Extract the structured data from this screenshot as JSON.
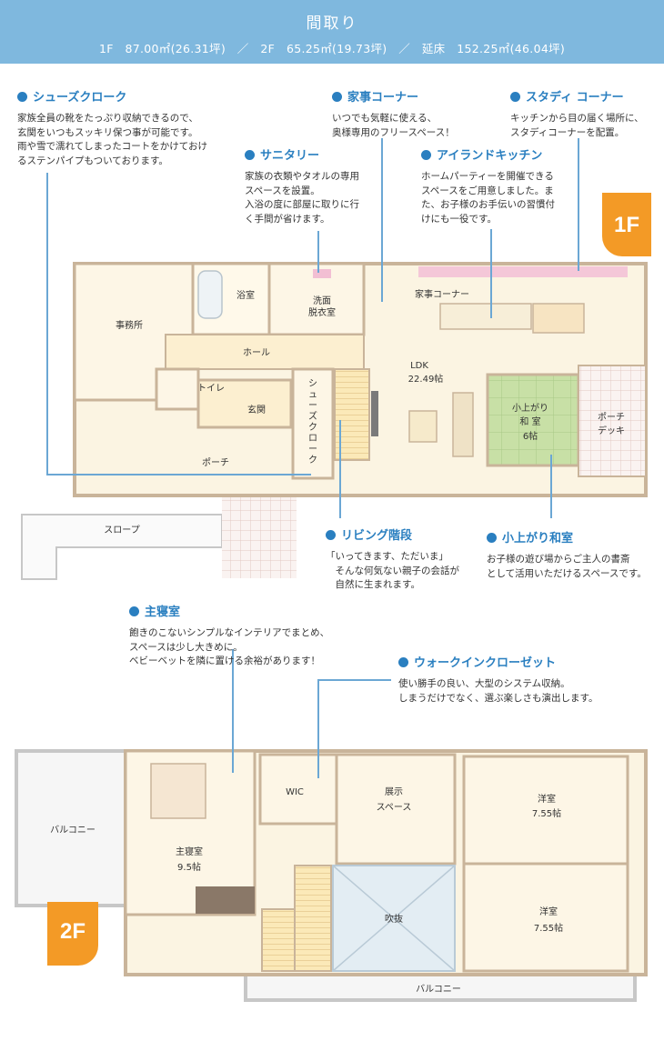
{
  "header": {
    "title": "間取り",
    "areas": "1F　87.00㎡(26.31坪)　／　2F　65.25㎡(19.73坪)　／　延床　152.25㎡(46.04坪)"
  },
  "annotations": [
    {
      "title": "シューズクローク",
      "text": "家族全員の靴をたっぷり収納できるので、\n玄関をいつもスッキリ保つ事が可能です。\n雨や雪で濡れてしまったコートをかけておけ\nるステンパイプもついております。"
    },
    {
      "title": "家事コーナー",
      "text": "いつでも気軽に使える、\n奥様専用のフリースペース！"
    },
    {
      "title": "スタディ コーナー",
      "text": "キッチンから目の届く場所に、\nスタディコーナーを配置。"
    },
    {
      "title": "サニタリー",
      "text": "家族の衣類やタオルの専用\nスペースを設置。\n入浴の度に部屋に取りに行\nく手間が省けます。"
    },
    {
      "title": "アイランドキッチン",
      "text": "ホームパーティーを開催できる\nスペースをご用意しました。ま\nた、お子様のお手伝いの習慣付\nけにも一役です。"
    },
    {
      "title": "リビング階段",
      "text": "「いってきます、ただいま」\n　そんな何気ない親子の会話が\n　自然に生まれます。"
    },
    {
      "title": "小上がり和室",
      "text": "お子様の遊び場からご主人の書斎\nとして活用いただけるスペースです。"
    },
    {
      "title": "主寝室",
      "text": "飽きのこないシンプルなインテリアでまとめ、\nスペースは少し大きめに。\nベビーベットを隣に置ける余裕があります！"
    },
    {
      "title": "ウォークインクローゼット",
      "text": "使い勝手の良い、大型のシステム収納。\nしまうだけでなく、選ぶ楽しさも演出します。"
    }
  ],
  "floor1": {
    "badge": "1F",
    "rooms": {
      "office": "事務所",
      "bath": "浴室",
      "washroom1": "洗面",
      "washroom2": "脱衣室",
      "chores": "家事コーナー",
      "hall": "ホール",
      "toilet": "トイレ",
      "entrance": "玄関",
      "shoecloak": "シューズクローク",
      "ldk": "LDK",
      "ldk_size": "22.49帖",
      "washitsu1": "小上がり",
      "washitsu2": "和 室",
      "washitsu_size": "6帖",
      "porch": "ポーチ",
      "deck1": "ポーチ",
      "deck2": "デッキ",
      "slope": "スロープ"
    }
  },
  "floor2": {
    "badge": "2F",
    "rooms": {
      "balcony_w": "バルコニー",
      "master1": "主寝室",
      "master_size": "9.5帖",
      "wic": "WIC",
      "display1": "展示",
      "display2": "スペース",
      "fukinuke": "吹抜",
      "youshitsu": "洋室",
      "youshitsu_size": "7.55帖",
      "balcony_s": "バルコニー"
    }
  },
  "colors": {
    "header_bg": "#7fb8de",
    "accent": "#2a7fc0",
    "badge": "#f39a26",
    "floor": "#fbf4e2",
    "wall": "#c9b49a",
    "tatami": "#c8e0a6",
    "deck": "#f2e0da"
  }
}
